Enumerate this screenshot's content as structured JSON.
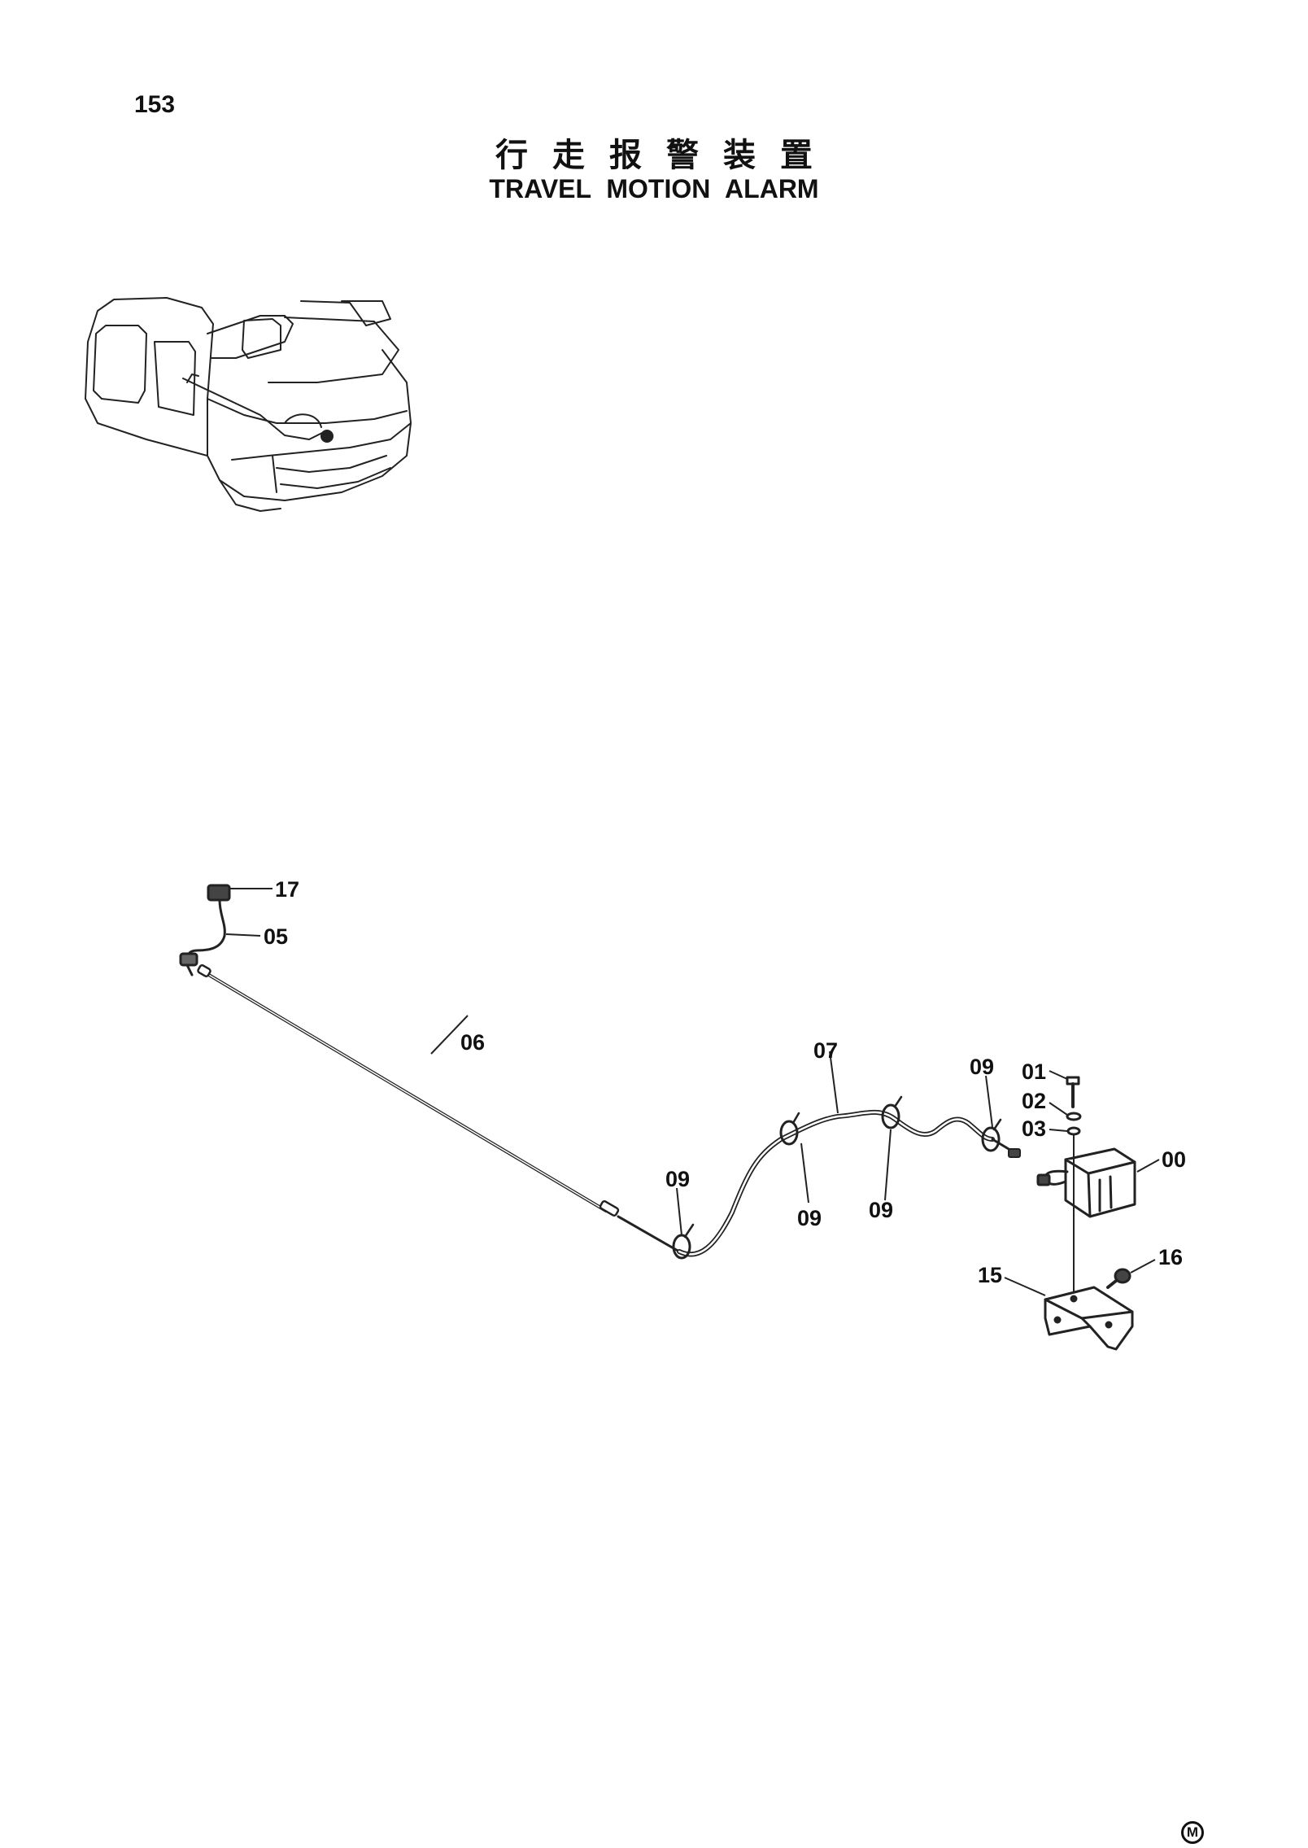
{
  "header": {
    "page_number": "153",
    "title_cn": "行走报警装置",
    "title_en": "TRAVEL MOTION ALARM"
  },
  "callouts": {
    "c17": "17",
    "c05": "05",
    "c06": "06",
    "c07": "07",
    "c09a": "09",
    "c09b": "09",
    "c09c": "09",
    "c09d": "09",
    "c01": "01",
    "c02": "02",
    "c03": "03",
    "c00": "00",
    "c15": "15",
    "c16": "16"
  },
  "footer": {
    "mark": "M"
  }
}
